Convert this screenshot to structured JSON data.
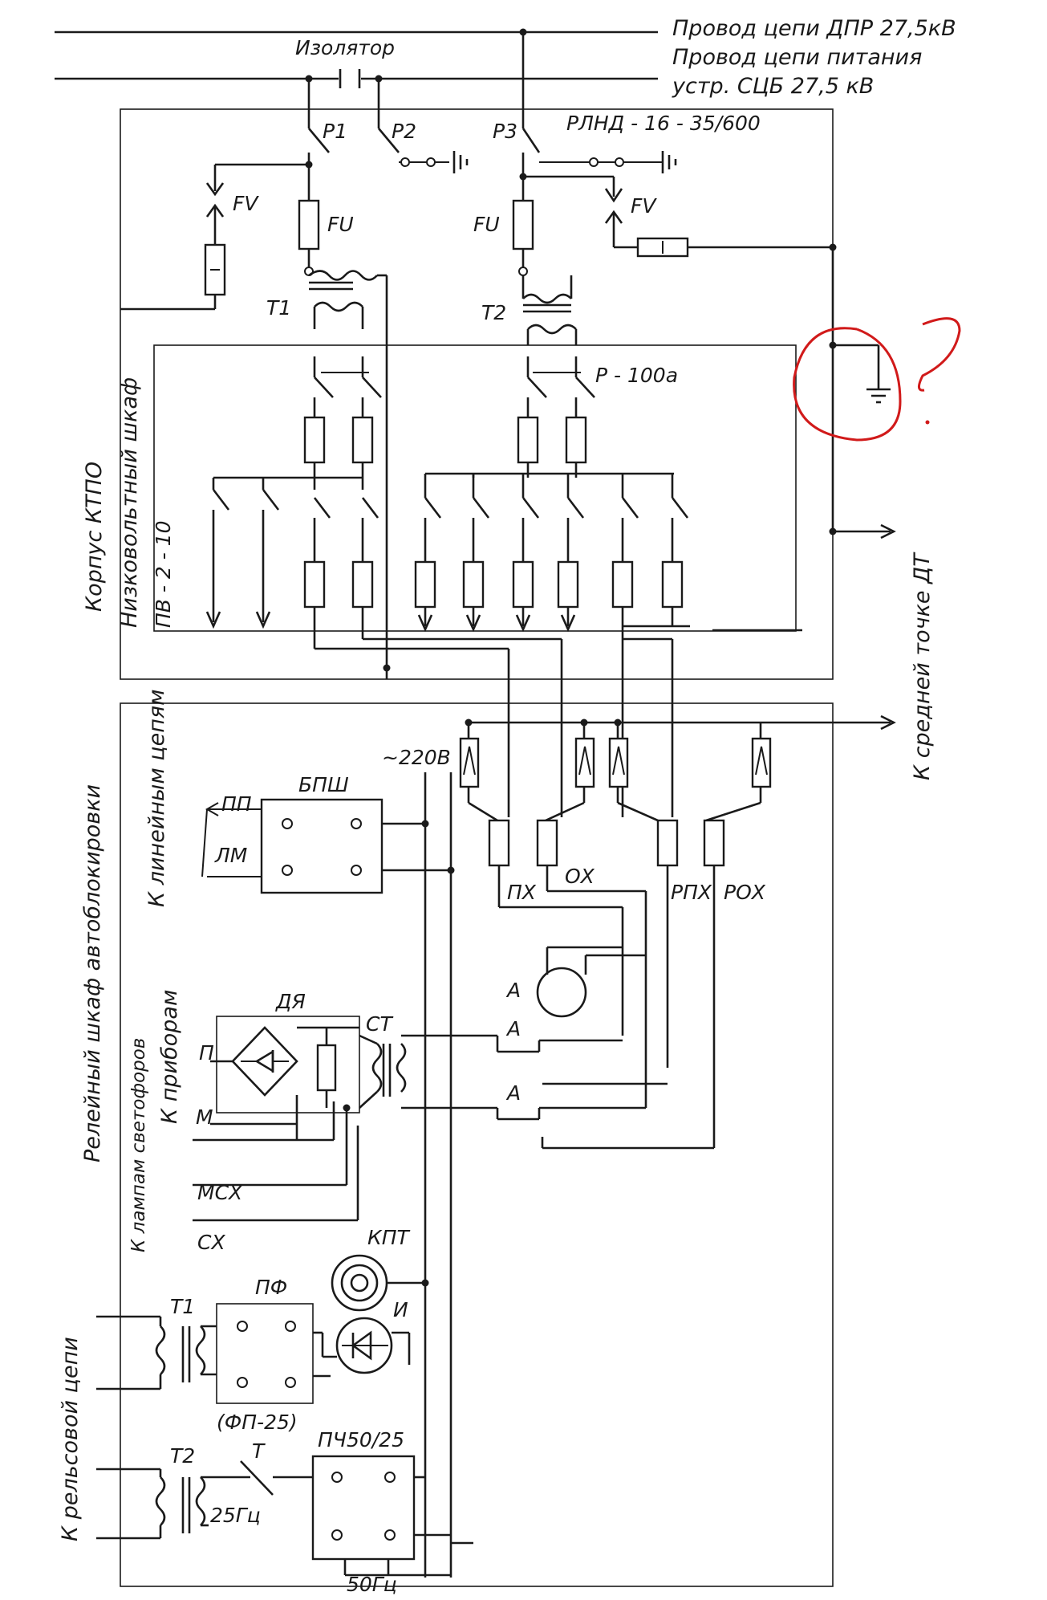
{
  "header": {
    "line1": "Провод цепи ДПР 27,5кВ",
    "line2": "Провод цепи питания",
    "line3": "устр. СЦБ 27,5 кВ"
  },
  "top": {
    "isolator": "Изолятор",
    "p1": "Р1",
    "p2": "Р2",
    "p3": "Р3",
    "disconnector": "РЛНД - 16 - 35/600",
    "fv_left": "FV",
    "fv_right": "FV",
    "fu_left": "FU",
    "fu_right": "FU",
    "t1": "Т1",
    "t2": "Т2",
    "p100": "Р - 100а"
  },
  "vertical": {
    "ktpo": "Корпус КТПО",
    "low_voltage": "Низковольтный шкаф",
    "pv": "ПВ - 2 - 10",
    "mid_point": "К средней точке ДТ",
    "relay_cabinet": "Релейный шкаф автоблокировки",
    "linear": "К линейным цепям",
    "devices": "К приборам",
    "lamps": "К лампам светофоров",
    "rail": "К рельсовой цепи"
  },
  "relay": {
    "v220": "~220В",
    "bpsh": "БПШ",
    "pp": "ПП",
    "lm": "ЛМ",
    "px": "ПХ",
    "ox": "ОХ",
    "rpx": "РПХ",
    "rox": "РОХ",
    "a": "А",
    "dya": "ДЯ",
    "st": "СТ",
    "p": "П",
    "m": "М",
    "msx": "МСХ",
    "sx": "СХ",
    "kpt": "КПТ",
    "pf": "ПФ",
    "i": "И",
    "t1": "Т1",
    "t2": "Т2",
    "fp25": "(ФП-25)",
    "pch": "ПЧ50/25",
    "t_contact": "Т",
    "hz25": "25Гц",
    "hz50": "50Гц"
  },
  "annotation": {
    "question": "?",
    "color": "#d11a1a"
  }
}
